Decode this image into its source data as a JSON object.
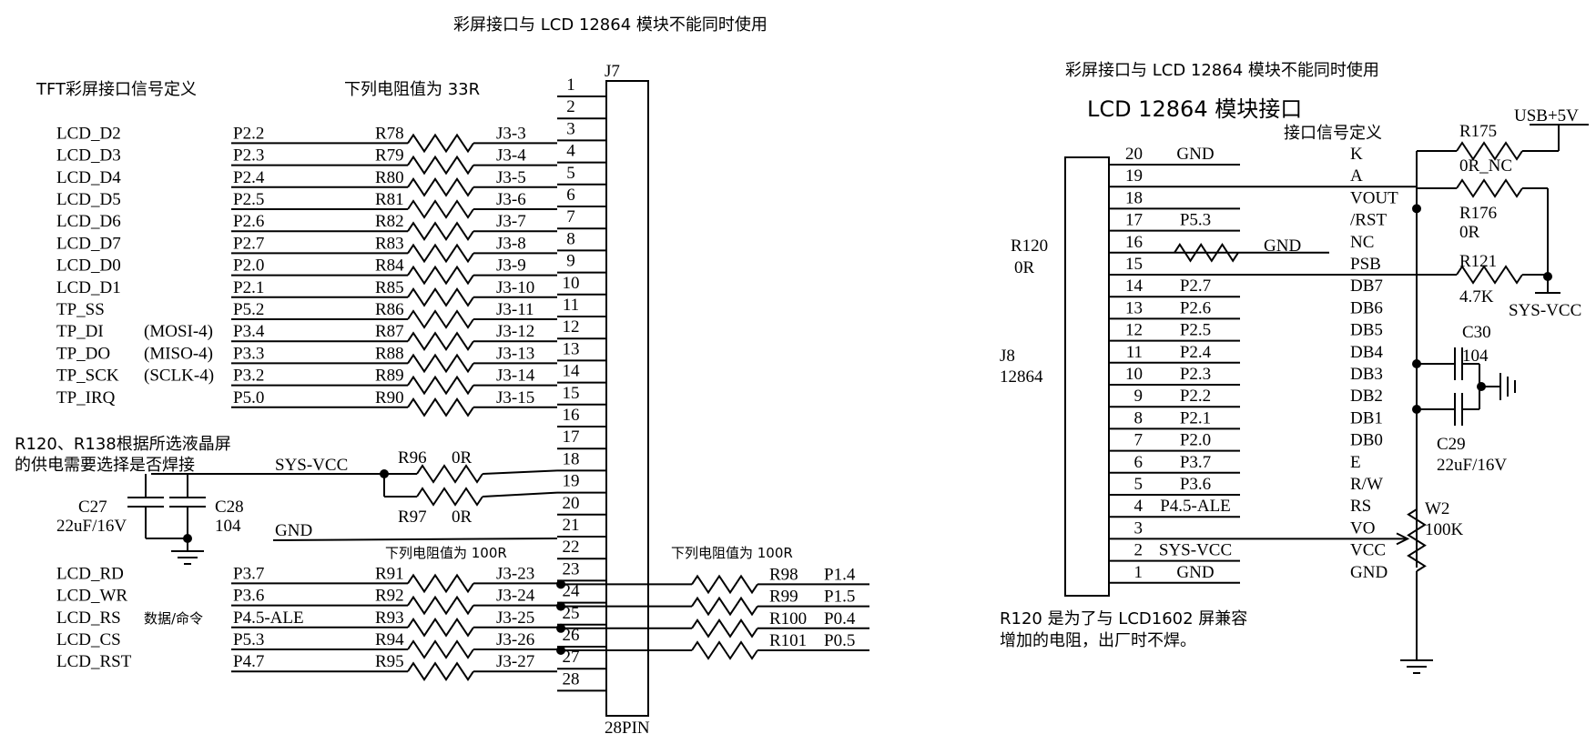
{
  "top_note": "彩屏接口与 LCD 12864 模块不能同时使用",
  "left": {
    "title": "TFT彩屏接口信号定义",
    "resistor_note": "下列电阻值为 33R",
    "connector_name": "J7",
    "connector_pins_label": "28PIN",
    "pin_numbers": [
      "1",
      "2",
      "3",
      "4",
      "5",
      "6",
      "7",
      "8",
      "9",
      "10",
      "11",
      "12",
      "13",
      "14",
      "15",
      "16",
      "17",
      "18",
      "19",
      "20",
      "21",
      "22",
      "23",
      "24",
      "25",
      "26",
      "27",
      "28"
    ],
    "rows": [
      {
        "signal": "LCD_D2",
        "extra": "",
        "port": "P2.2",
        "res": "R78",
        "pin": "J3-3"
      },
      {
        "signal": "LCD_D3",
        "extra": "",
        "port": "P2.3",
        "res": "R79",
        "pin": "J3-4"
      },
      {
        "signal": "LCD_D4",
        "extra": "",
        "port": "P2.4",
        "res": "R80",
        "pin": "J3-5"
      },
      {
        "signal": "LCD_D5",
        "extra": "",
        "port": "P2.5",
        "res": "R81",
        "pin": "J3-6"
      },
      {
        "signal": "LCD_D6",
        "extra": "",
        "port": "P2.6",
        "res": "R82",
        "pin": "J3-7"
      },
      {
        "signal": "LCD_D7",
        "extra": "",
        "port": "P2.7",
        "res": "R83",
        "pin": "J3-8"
      },
      {
        "signal": "LCD_D0",
        "extra": "",
        "port": "P2.0",
        "res": "R84",
        "pin": "J3-9"
      },
      {
        "signal": "LCD_D1",
        "extra": "",
        "port": "P2.1",
        "res": "R85",
        "pin": "J3-10"
      },
      {
        "signal": "TP_SS",
        "extra": "",
        "port": "P5.2",
        "res": "R86",
        "pin": "J3-11"
      },
      {
        "signal": "TP_DI",
        "extra": "(MOSI-4)",
        "port": "P3.4",
        "res": "R87",
        "pin": "J3-12"
      },
      {
        "signal": "TP_DO",
        "extra": "(MISO-4)",
        "port": "P3.3",
        "res": "R88",
        "pin": "J3-13"
      },
      {
        "signal": "TP_SCK",
        "extra": "(SCLK-4)",
        "port": "P3.2",
        "res": "R89",
        "pin": "J3-14"
      },
      {
        "signal": "TP_IRQ",
        "extra": "",
        "port": "P5.0",
        "res": "R90",
        "pin": "J3-15"
      }
    ],
    "power_note_line1": "R120、R138根据所选液晶屏",
    "power_note_line2": "的供电需要选择是否焊接",
    "sys_vcc": "SYS-VCC",
    "r96": "R96",
    "r96_val": "0R",
    "r97": "R97",
    "r97_val": "0R",
    "c27": "C27",
    "c27_val": "22uF/16V",
    "c28": "C28",
    "c28_val": "104",
    "gnd": "GND",
    "note_100r_left": "下列电阻值为 100R",
    "note_100r_right": "下列电阻值为 100R",
    "data_cmd_note": "数据/命令",
    "rows2": [
      {
        "signal": "LCD_RD",
        "port": "P3.7",
        "res": "R91",
        "pin": "J3-23"
      },
      {
        "signal": "LCD_WR",
        "port": "P3.6",
        "res": "R92",
        "pin": "J3-24"
      },
      {
        "signal": "LCD_RS",
        "port": "P4.5-ALE",
        "res": "R93",
        "pin": "J3-25"
      },
      {
        "signal": "LCD_CS",
        "port": "P5.3",
        "res": "R94",
        "pin": "J3-26"
      },
      {
        "signal": "LCD_RST",
        "port": "P4.7",
        "res": "R95",
        "pin": "J3-27"
      }
    ],
    "right_res": [
      {
        "res": "R98",
        "port": "P1.4"
      },
      {
        "res": "R99",
        "port": "P1.5"
      },
      {
        "res": "R100",
        "port": "P0.4"
      },
      {
        "res": "R101",
        "port": "P0.5"
      }
    ]
  },
  "right": {
    "note": "彩屏接口与 LCD 12864 模块不能同时使用",
    "title": "LCD 12864 模块接口",
    "subtitle": "接口信号定义",
    "usb": "USB+5V",
    "r175": "R175",
    "r175_val": "0R_NC",
    "r176": "R176",
    "r176_val": "0R",
    "r121": "R121",
    "r121_val": "4.7K",
    "sys_vcc": "SYS-VCC",
    "r120": "R120",
    "r120_val": "0R",
    "j8": "J8",
    "j8_val": "12864",
    "c30": "C30",
    "c30_val": "104",
    "c29": "C29",
    "c29_val": "22uF/16V",
    "w2": "W2",
    "w2_val": "100K",
    "gnd_r120": "GND",
    "pins": [
      {
        "num": "20",
        "net": "GND",
        "sig": "K"
      },
      {
        "num": "19",
        "net": "",
        "sig": "A"
      },
      {
        "num": "18",
        "net": "",
        "sig": "VOUT"
      },
      {
        "num": "17",
        "net": "P5.3",
        "sig": "/RST"
      },
      {
        "num": "16",
        "net": "",
        "sig": "NC"
      },
      {
        "num": "15",
        "net": "",
        "sig": "PSB"
      },
      {
        "num": "14",
        "net": "P2.7",
        "sig": "DB7"
      },
      {
        "num": "13",
        "net": "P2.6",
        "sig": "DB6"
      },
      {
        "num": "12",
        "net": "P2.5",
        "sig": "DB5"
      },
      {
        "num": "11",
        "net": "P2.4",
        "sig": "DB4"
      },
      {
        "num": "10",
        "net": "P2.3",
        "sig": "DB3"
      },
      {
        "num": "9",
        "net": "P2.2",
        "sig": "DB2"
      },
      {
        "num": "8",
        "net": "P2.1",
        "sig": "DB1"
      },
      {
        "num": "7",
        "net": "P2.0",
        "sig": "DB0"
      },
      {
        "num": "6",
        "net": "P3.7",
        "sig": "E"
      },
      {
        "num": "5",
        "net": "P3.6",
        "sig": "R/W"
      },
      {
        "num": "4",
        "net": "P4.5-ALE",
        "sig": "RS"
      },
      {
        "num": "3",
        "net": "",
        "sig": "VO"
      },
      {
        "num": "2",
        "net": "SYS-VCC",
        "sig": "VCC"
      },
      {
        "num": "1",
        "net": "GND",
        "sig": "GND"
      }
    ],
    "footer_line1": "R120 是为了与 LCD1602 屏兼容",
    "footer_line2": "增加的电阻，出厂时不焊。"
  }
}
